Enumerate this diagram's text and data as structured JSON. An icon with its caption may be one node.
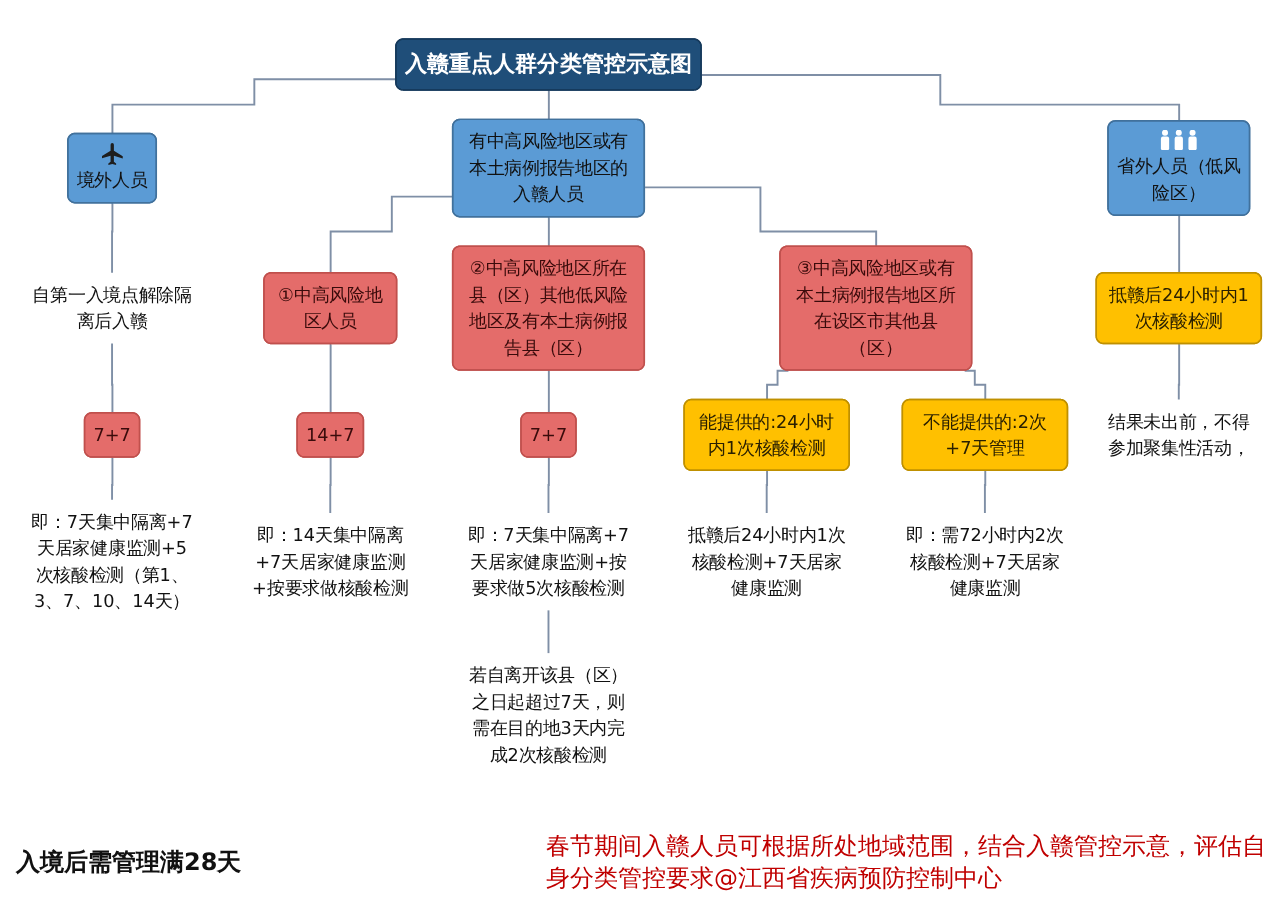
{
  "diagram": {
    "nodes": [
      {
        "text": [
          "入赣重点人群分类管控示意图"
        ]
      },
      {
        "text": [
          "境外人员"
        ]
      },
      {
        "text": [
          "有中高风险地区或有本土病例报告地区的入赣人员"
        ]
      },
      {
        "text": [
          "省外人员（低风险区）"
        ]
      },
      {
        "text": [
          "自第一入境点解除隔离后入赣"
        ]
      },
      {
        "text": [
          "7+7"
        ]
      },
      {
        "text": [
          "即：7天集中隔离+7天居家健康监测+5次核酸检测（第1、3、7、10、14天）"
        ]
      },
      {
        "text": [
          "①中高风险地区人员"
        ]
      },
      {
        "text": [
          "②中高风险地区所在县（区）其他低风险地区及有本土病例报告县（区）"
        ]
      },
      {
        "text": [
          "③中高风险地区或有本土病例报告地区所在设区市其他县（区）"
        ]
      },
      {
        "text": [
          "14+7"
        ]
      },
      {
        "text": [
          "即：14天集中隔离+7天居家健康监测+按要求做核酸检测"
        ]
      },
      {
        "text": [
          "7+7"
        ]
      },
      {
        "text": [
          "即：7天集中隔离+7天居家健康监测+按要求做5次核酸检测"
        ]
      },
      {
        "text": [
          "若自离开该县（区）之日起超过7天，则需在目的地3天内完成2次核酸检测"
        ]
      },
      {
        "text": [
          "能提供的:24小时内1次核酸检测"
        ]
      },
      {
        "text": [
          "不能提供的:2次+7天管理"
        ]
      },
      {
        "text": [
          "抵赣后24小时内1次核酸检测+7天居家健康监测"
        ]
      },
      {
        "text": [
          "即：需72小时内2次核酸检测+7天居家健康监测"
        ]
      },
      {
        "text": [
          "抵赣后24小时内1次核酸检测"
        ]
      },
      {
        "text": [
          "结果未出前，不得参加聚集性活动，"
        ]
      }
    ],
    "edges": [
      {
        "from": 0,
        "to": 1,
        "arrow": "none"
      },
      {
        "from": 0,
        "to": 2,
        "arrow": "none"
      },
      {
        "from": 0,
        "to": 3,
        "arrow": "none"
      },
      {
        "from": 1,
        "to": 4,
        "arrow": "none"
      },
      {
        "from": 4,
        "to": 5,
        "arrow": "none"
      },
      {
        "from": 5,
        "to": 6,
        "arrow": "none"
      },
      {
        "from": 2,
        "to": 7,
        "arrow": "none"
      },
      {
        "from": 2,
        "to": 8,
        "arrow": "none"
      },
      {
        "from": 2,
        "to": 9,
        "arrow": "none"
      },
      {
        "from": 7,
        "to": 10,
        "arrow": "none"
      },
      {
        "from": 10,
        "to": 11,
        "arrow": "none"
      },
      {
        "from": 8,
        "to": 12,
        "arrow": "none"
      },
      {
        "from": 12,
        "to": 13,
        "arrow": "none"
      },
      {
        "from": 13,
        "to": 14,
        "arrow": "none"
      },
      {
        "from": 9,
        "to": 15,
        "arrow": "none"
      },
      {
        "from": 9,
        "to": 16,
        "arrow": "none"
      },
      {
        "from": 15,
        "to": 17,
        "arrow": "none"
      },
      {
        "from": 16,
        "to": 18,
        "arrow": "none"
      },
      {
        "from": 3,
        "to": 19,
        "arrow": "none"
      },
      {
        "from": 19,
        "to": 20,
        "arrow": "none"
      }
    ],
    "labels": [
      "入境后需管理满28天",
      "春节期间入赣人员可根据所处地域范围，结合入赣管控示意，评估自身分类管控要求@江西省疾病预防控制中心"
    ]
  }
}
